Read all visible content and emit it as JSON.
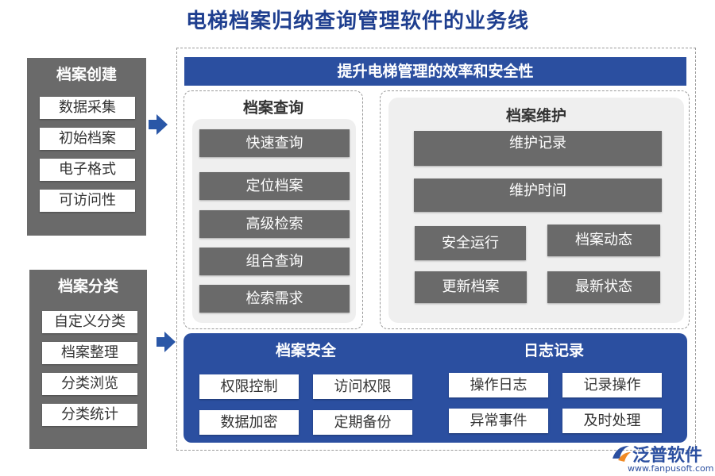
{
  "title": "电梯档案归纳查询管理软件的业务线",
  "archive_create": {
    "heading": "档案创建",
    "items": [
      "数据采集",
      "初始档案",
      "电子格式",
      "可访问性"
    ]
  },
  "archive_classify": {
    "heading": "档案分类",
    "items": [
      "自定义分类",
      "档案整理",
      "分类浏览",
      "分类统计"
    ]
  },
  "banner": "提升电梯管理的效率和安全性",
  "archive_query": {
    "heading": "档案查询",
    "items": [
      "快速查询",
      "定位档案",
      "高级检索",
      "组合查询",
      "检索需求"
    ]
  },
  "archive_maintain": {
    "heading": "档案维护",
    "wide_items": [
      "维护记录",
      "维护时间"
    ],
    "grid_items": [
      "安全运行",
      "档案动态",
      "更新档案",
      "最新状态"
    ]
  },
  "archive_security": {
    "heading": "档案安全",
    "items": [
      "权限控制",
      "访问权限",
      "数据加密",
      "定期备份"
    ]
  },
  "log_record": {
    "heading": "日志记录",
    "items": [
      "操作日志",
      "记录操作",
      "异常事件",
      "及时处理"
    ]
  },
  "logo": {
    "name": "泛普软件",
    "url": "www.fanpusoft.com"
  },
  "colors": {
    "title_blue": "#1f3f8f",
    "panel_blue": "#2b4fa0",
    "panel_grey": "#6a6a6a"
  }
}
